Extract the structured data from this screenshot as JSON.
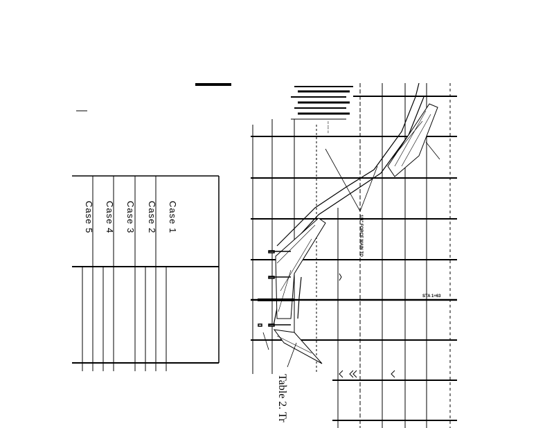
{
  "table": {
    "cases": [
      "Case 1",
      "Case 2",
      "Case 3",
      "Case 4",
      "Case 5"
    ]
  },
  "caption": "Table 2. Tr",
  "drawing": {
    "force_main_label": "1/4\" FORCE MAIN TO",
    "station_label": "STA 1+63"
  }
}
